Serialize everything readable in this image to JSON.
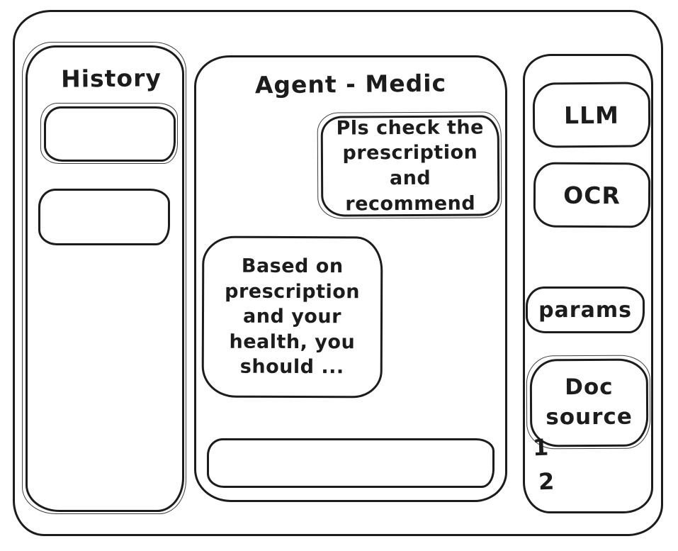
{
  "window": {
    "colors": {
      "ink": "#1c1c1c",
      "background": "#ffffff"
    },
    "history_panel": {
      "title": "History",
      "items": [
        {
          "label": ""
        },
        {
          "label": ""
        }
      ]
    },
    "chat_panel": {
      "title": "Agent - Medic",
      "messages": [
        {
          "role": "user",
          "text": "Pls check the\nprescription\nand recommend"
        },
        {
          "role": "agent",
          "text": "Based on\nprescription\nand your\nhealth, you\nshould ..."
        }
      ],
      "message_input": {
        "value": "",
        "placeholder": ""
      }
    },
    "tools_panel": {
      "buttons": [
        {
          "label": "LLM"
        },
        {
          "label": "OCR"
        },
        {
          "label": "params"
        },
        {
          "label": "Doc\nsource"
        }
      ],
      "doc_source_items": [
        "1",
        "2"
      ]
    }
  }
}
